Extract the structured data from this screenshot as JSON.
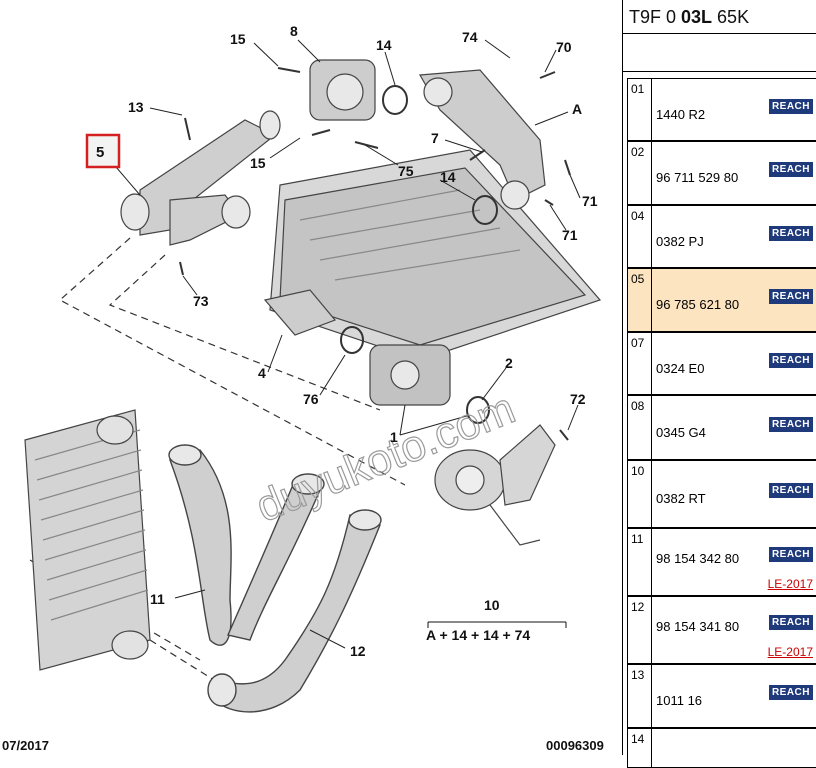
{
  "header": {
    "code_prefix": "T9F 0 ",
    "code_bold": "03L",
    "code_suffix": " 65K"
  },
  "watermark": "duyukoto.com",
  "diagram": {
    "labels": [
      "15",
      "8",
      "14",
      "74",
      "70",
      "13",
      "A",
      "7",
      "15",
      "75",
      "14",
      "71",
      "71",
      "5",
      "73",
      "4",
      "76",
      "2",
      "72",
      "1",
      "11",
      "10",
      "12"
    ],
    "formula": "A + 14 + 14 + 74",
    "footer_date": "07/2017",
    "footer_id": "00096309"
  },
  "parts": [
    {
      "index": "01",
      "ref": "1440 R2",
      "badge": "REACH",
      "note": ""
    },
    {
      "index": "02",
      "ref": "96 711 529 80",
      "badge": "REACH",
      "note": ""
    },
    {
      "index": "04",
      "ref": "0382 PJ",
      "badge": "REACH",
      "note": ""
    },
    {
      "index": "05",
      "ref": "96 785 621 80",
      "badge": "REACH",
      "note": "",
      "selected": true
    },
    {
      "index": "07",
      "ref": "0324 E0",
      "badge": "REACH",
      "note": ""
    },
    {
      "index": "08",
      "ref": "0345 G4",
      "badge": "REACH",
      "note": ""
    },
    {
      "index": "10",
      "ref": "0382 RT",
      "badge": "REACH",
      "note": ""
    },
    {
      "index": "11",
      "ref": "98 154 342 80",
      "badge": "REACH",
      "note": "LE-2017"
    },
    {
      "index": "12",
      "ref": "98 154 341 80",
      "badge": "REACH",
      "note": "LE-2017"
    },
    {
      "index": "13",
      "ref": "1011 16",
      "badge": "REACH",
      "note": ""
    },
    {
      "index": "14",
      "ref": "",
      "badge": "",
      "note": ""
    }
  ],
  "colors": {
    "selected_row": "#fde4c0",
    "badge": "#1f3a7a",
    "note": "#cc0000",
    "highlight_box": "#d42020"
  }
}
